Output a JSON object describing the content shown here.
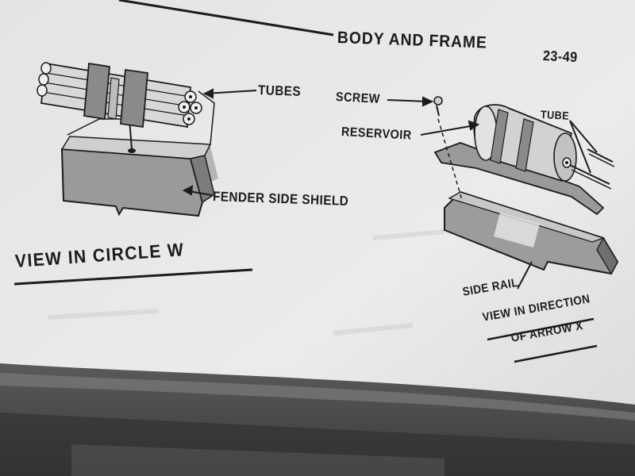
{
  "header": {
    "title": "BODY AND FRAME",
    "page_number": "23-49"
  },
  "labels": {
    "tubes": "TUBES",
    "screw": "SCREW",
    "reservoir": "RESERVOIR",
    "tube": "TUBE",
    "fender_side_shield": "FENDER SIDE SHIELD",
    "side_rail": "SIDE RAIL"
  },
  "captions": {
    "view_in_circle": "VIEW IN CIRCLE W",
    "view_in_direction_line1": "VIEW IN DIRECTION",
    "view_in_direction_line2": "OF ARROW X"
  },
  "colors": {
    "paper": "#e6e6e4",
    "ink": "#1c1c1c",
    "shading": "#8a8a8a",
    "dashboard": "#4a4a4a"
  }
}
